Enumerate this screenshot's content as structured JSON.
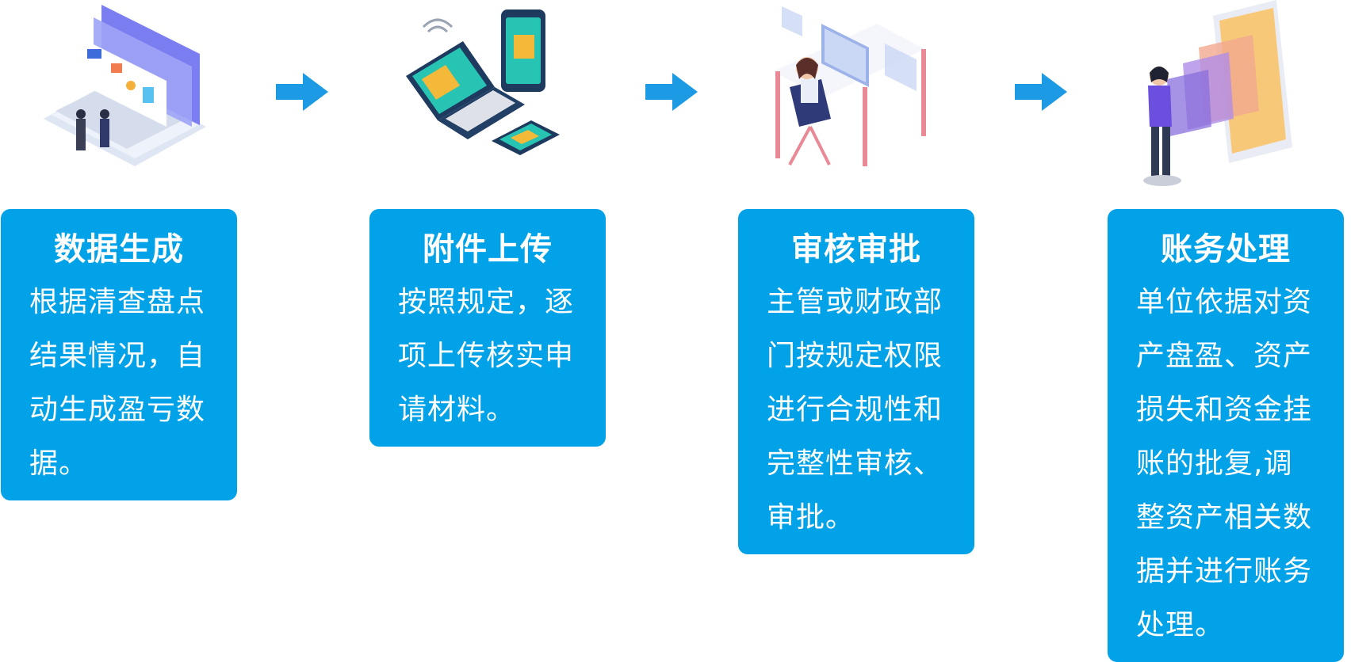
{
  "colors": {
    "accent": "#02a2e8",
    "card_text": "#ffffff",
    "background": "#ffffff"
  },
  "steps": [
    {
      "title": "数据生成",
      "desc": "根据清查盘点结果情况，自动生成盈亏数据。",
      "illustration": "laptop-dashboard-people-illustration"
    },
    {
      "title": "附件上传",
      "desc": "按照规定，逐项上传核实申请材料。",
      "illustration": "devices-file-transfer-illustration"
    },
    {
      "title": "审核审批",
      "desc": "主管或财政部门按规定权限进行合规性和完整性审核、审批。",
      "illustration": "office-desk-review-illustration"
    },
    {
      "title": "账务处理",
      "desc": "单位依据对资产盘盈、资产损失和资金挂账的批复,调整资产相关数据并进行账务处理。",
      "illustration": "phone-finance-person-illustration"
    }
  ],
  "connectors": [
    "arrow-right-icon",
    "arrow-right-icon",
    "arrow-right-icon"
  ]
}
